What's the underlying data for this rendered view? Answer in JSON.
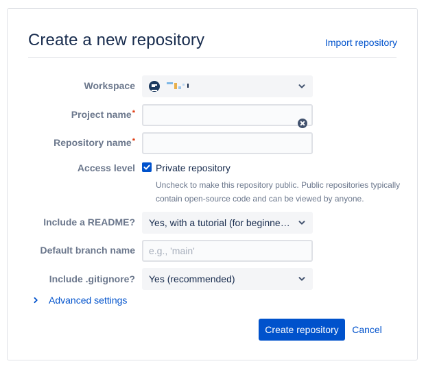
{
  "page": {
    "title": "Create a new repository",
    "import_link": "Import repository"
  },
  "form": {
    "workspace": {
      "label": "Workspace",
      "value": "╵•╵·…",
      "icon": "workspace-avatar-icon"
    },
    "project_name": {
      "label": "Project name",
      "required_mark": "*",
      "value": "",
      "placeholder": ""
    },
    "repository_name": {
      "label": "Repository name",
      "required_mark": "*",
      "value": "",
      "placeholder": ""
    },
    "access_level": {
      "label": "Access level",
      "checkbox_label": "Private repository",
      "checked": true,
      "help": "Uncheck to make this repository public. Public repositories typically contain open-source code and can be viewed by anyone."
    },
    "readme": {
      "label": "Include a README?",
      "value": "Yes, with a tutorial (for beginne…"
    },
    "default_branch": {
      "label": "Default branch name",
      "value": "",
      "placeholder": "e.g., 'main'"
    },
    "gitignore": {
      "label": "Include .gitignore?",
      "value": "Yes (recommended)"
    }
  },
  "advanced": {
    "label": "Advanced settings"
  },
  "actions": {
    "create_label": "Create repository",
    "cancel_label": "Cancel"
  },
  "colors": {
    "primary": "#0052cc",
    "text": "#172b4d",
    "subtle_text": "#6b778c",
    "required": "#de350b",
    "field_bg": "#f4f5f7",
    "border": "#dfe1e6"
  }
}
